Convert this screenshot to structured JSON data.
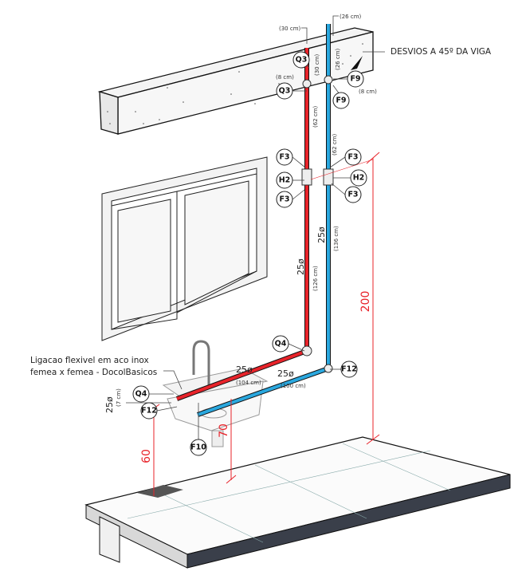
{
  "colors": {
    "hot": "#e8232a",
    "cold": "#2aa8df",
    "dimension": "#e8232a",
    "concrete": "#f2f2f2"
  },
  "beam_note": "DESVIOS A 45º DA VIGA",
  "top": {
    "hot_len": "(30 cm)",
    "cold_len": "(26 cm)",
    "hot_vert": "(30 cm)",
    "cold_vert": "(26 cm)",
    "hot_offset": "(8 cm)",
    "cold_offset": "(8 cm)"
  },
  "risers": {
    "hot_upper": "(62 cm)",
    "cold_upper": "(62 cm)",
    "hot_dia": "25ø",
    "hot_len": "(126 cm)",
    "cold_dia": "25ø",
    "cold_len": "(136 cm)"
  },
  "horizontal": {
    "hot_dia": "25ø",
    "hot_len": "(104 cm)",
    "cold_dia": "25ø",
    "cold_len": "(100 cm)"
  },
  "sink_branch": {
    "dia": "25ø",
    "len": "(7 cm)"
  },
  "flex_note": [
    "Ligacao flexivel em aco inox",
    "femea x femea - DocolBasicos"
  ],
  "callouts": {
    "q3": "Q3",
    "f9": "F9",
    "f3": "F3",
    "h2": "H2",
    "q4": "Q4",
    "f12": "F12",
    "f10": "F10"
  },
  "dimensions": {
    "height_points": "200",
    "sink_height": "70",
    "branch_height": "60"
  }
}
